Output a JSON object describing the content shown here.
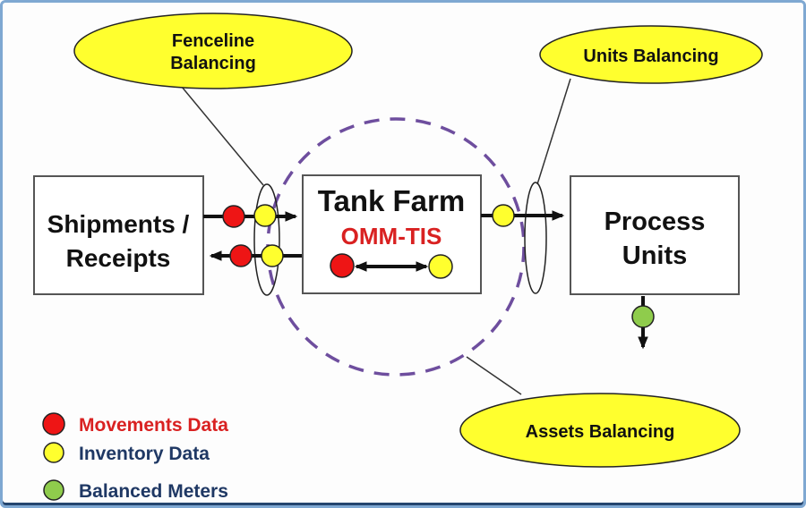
{
  "colors": {
    "frame_blue": "#7FA8D2",
    "balloon_yellow": "#FFFF2E",
    "dot_red": "#EE1515",
    "dot_yellow": "#FFFF2E",
    "dot_green": "#8FCC4C",
    "dashed_purple": "#6E4E9E",
    "navy_text": "#1F3864",
    "red_text": "#D92121"
  },
  "balloons": {
    "fenceline": {
      "line1": "Fenceline",
      "line2": "Balancing"
    },
    "units": {
      "label": "Units Balancing"
    },
    "assets": {
      "label": "Assets Balancing"
    }
  },
  "boxes": {
    "shipments": {
      "line1": "Shipments /",
      "line2": "Receipts"
    },
    "tank_farm": {
      "title": "Tank Farm",
      "subtitle": "OMM-TIS"
    },
    "process_units": {
      "line1": "Process",
      "line2": "Units"
    }
  },
  "legend": [
    {
      "marker": "red-dot",
      "label": "Movements Data",
      "color": "#D92121"
    },
    {
      "marker": "yellow-dot",
      "label": "Inventory Data",
      "color": "#1F3864"
    },
    {
      "marker": "green-dot",
      "label": "Balanced Meters",
      "color": "#1F3864"
    }
  ]
}
